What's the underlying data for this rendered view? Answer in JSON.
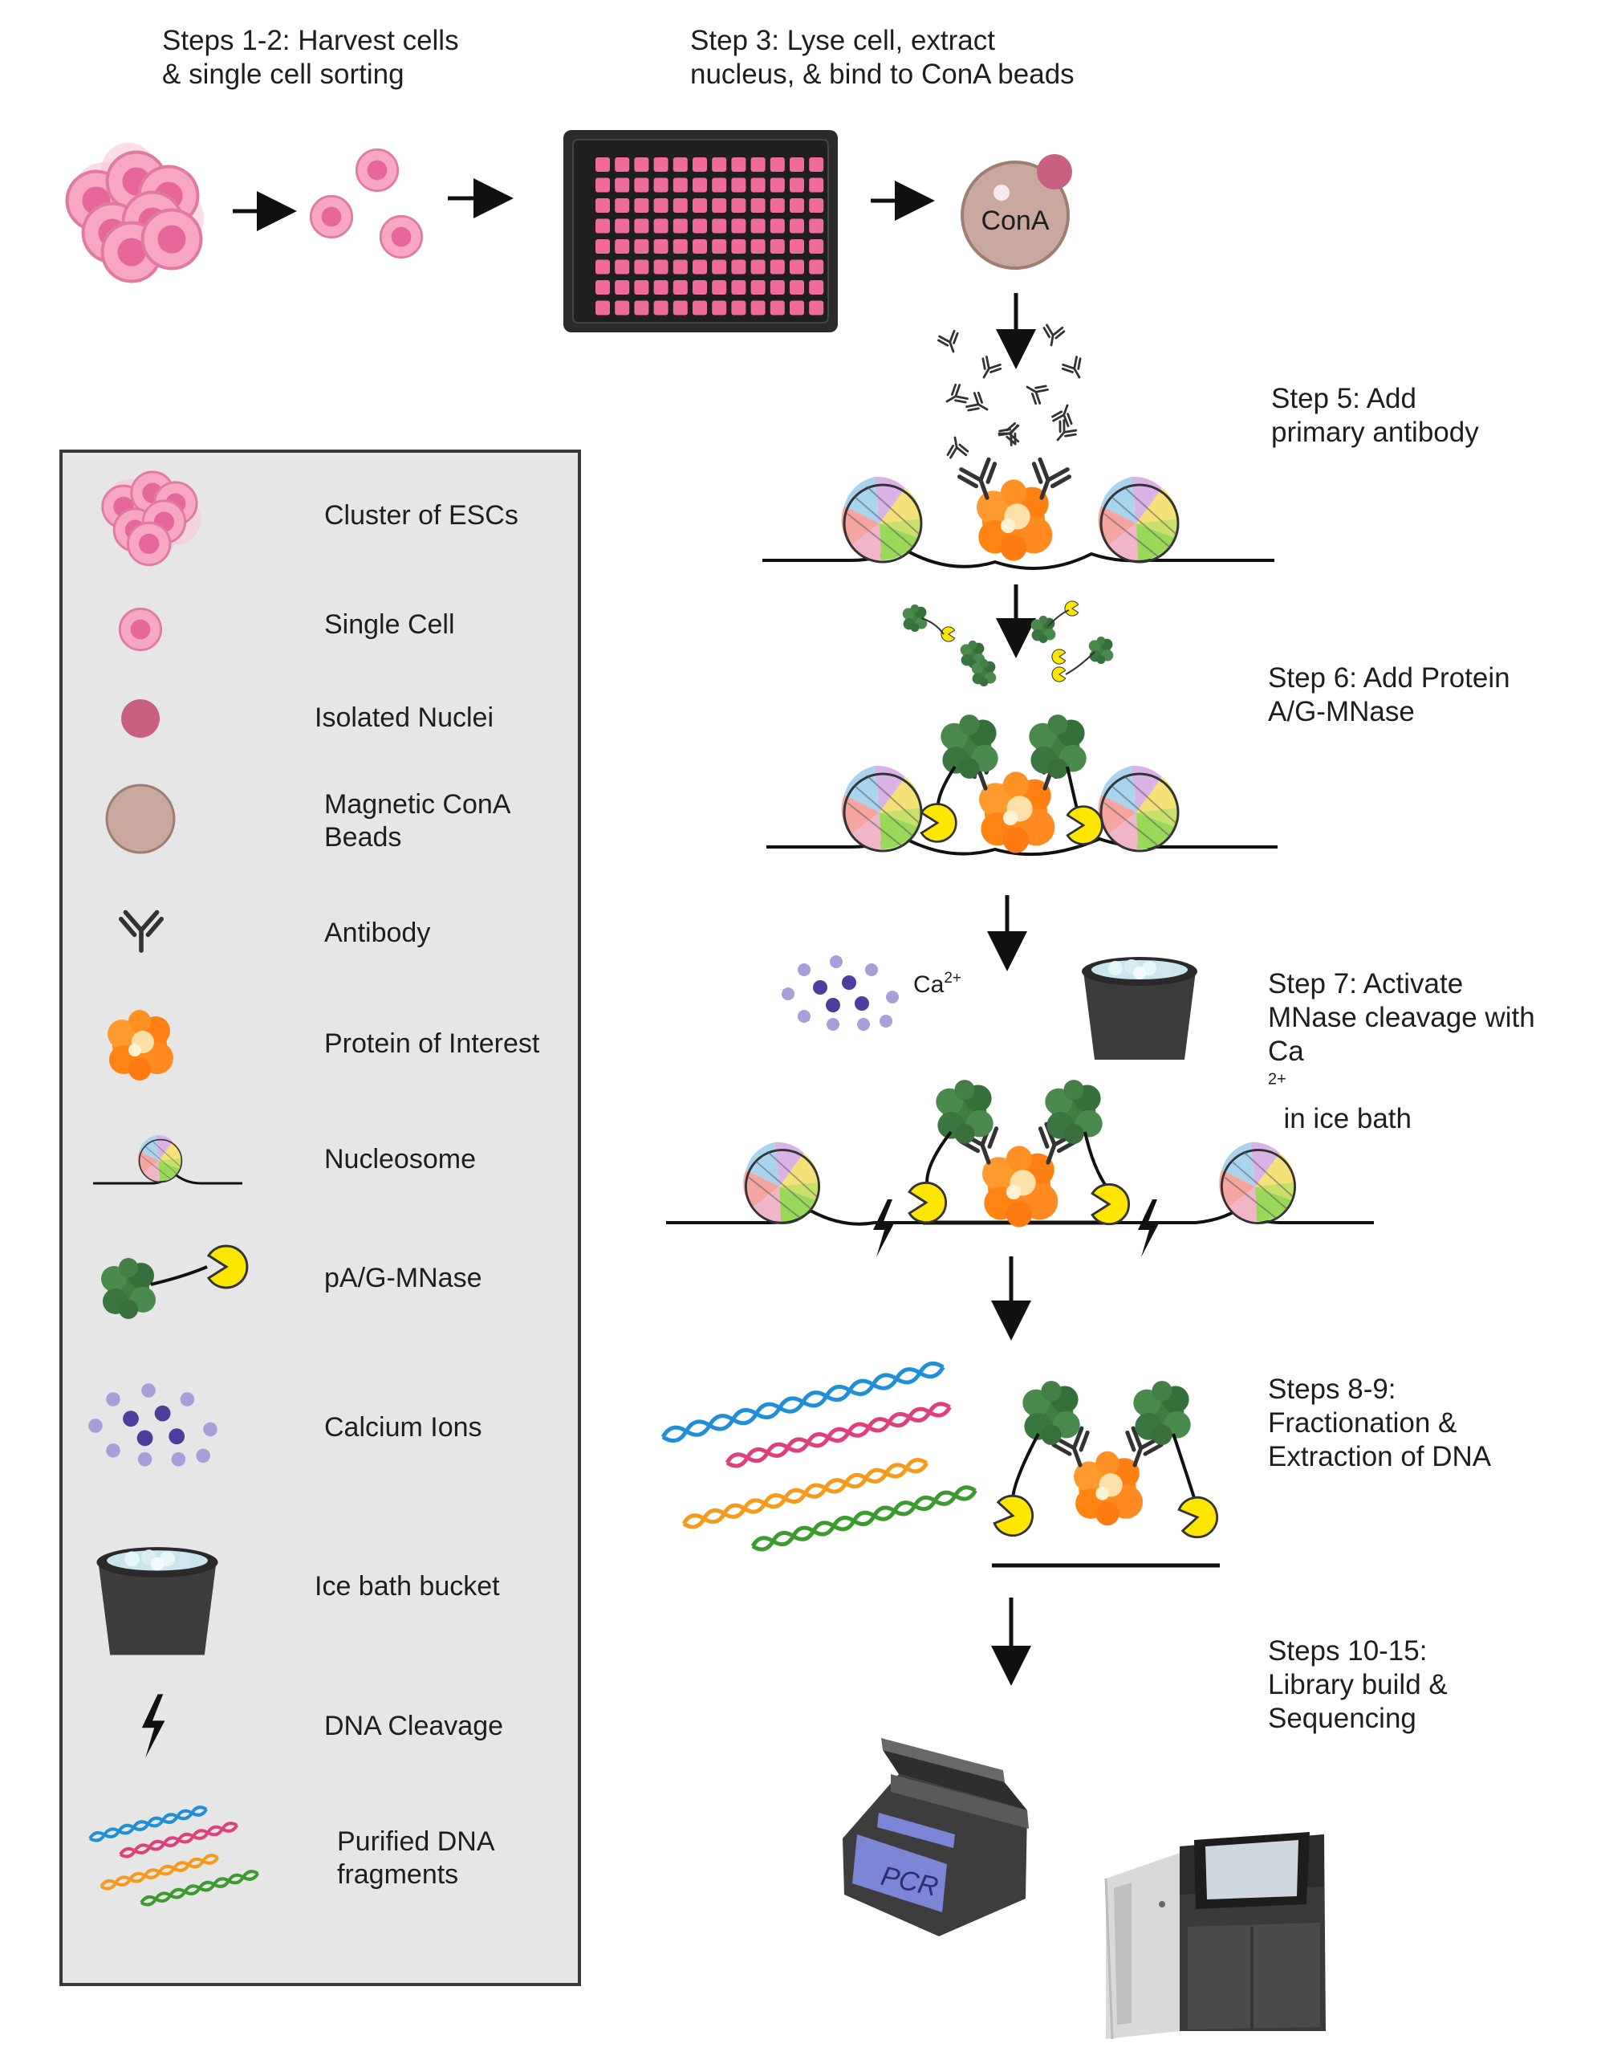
{
  "steps": {
    "s12": {
      "line1": "Steps 1-2: Harvest cells",
      "line2": "& single cell sorting"
    },
    "s3": {
      "line1": "Step 3: Lyse cell, extract",
      "line2": "nucleus, & bind to ConA beads"
    },
    "s5": {
      "line1": "Step 5: Add",
      "line2": "primary antibody"
    },
    "s6": {
      "line1": "Step 6: Add Protein",
      "line2": "A/G-MNase"
    },
    "s7": {
      "line1": "Step 7: Activate",
      "line2": "MNase cleavage with",
      "line3_pre": "Ca",
      "line3_sup": "2+",
      "line3_post": "  in ice bath"
    },
    "s89": {
      "line1": "Steps 8-9:",
      "line2": "Fractionation &",
      "line3": "Extraction of DNA"
    },
    "s1015": {
      "line1": "Steps 10-15:",
      "line2": "Library build &",
      "line3": "Sequencing"
    }
  },
  "bead_label": "ConA",
  "calcium_label": {
    "base": "Ca",
    "sup": "2+"
  },
  "pcr_label": "PCR",
  "legend": {
    "items": [
      {
        "label1": "Cluster of ESCs",
        "label2": "",
        "icon": "cell-cluster-icon"
      },
      {
        "label1": "Single Cell",
        "label2": "",
        "icon": "single-cell-icon"
      },
      {
        "label1": "Isolated Nuclei",
        "label2": "",
        "icon": "nucleus-icon"
      },
      {
        "label1": "Magnetic ConA",
        "label2": "Beads",
        "icon": "cona-bead-icon"
      },
      {
        "label1": "Antibody",
        "label2": "",
        "icon": "antibody-icon"
      },
      {
        "label1": "Protein of Interest",
        "label2": "",
        "icon": "protein-icon"
      },
      {
        "label1": "Nucleosome",
        "label2": "",
        "icon": "nucleosome-icon"
      },
      {
        "label1": "pA/G-MNase",
        "label2": "",
        "icon": "mnase-icon"
      },
      {
        "label1": "Calcium Ions",
        "label2": "",
        "icon": "calcium-ions-icon"
      },
      {
        "label1": "Ice bath bucket",
        "label2": "",
        "icon": "ice-bucket-icon"
      },
      {
        "label1": "DNA Cleavage",
        "label2": "",
        "icon": "lightning-icon"
      },
      {
        "label1": "Purified DNA",
        "label2": "fragments",
        "icon": "dna-fragments-icon"
      }
    ]
  },
  "colors": {
    "cell_pink": "#f48fb4",
    "cell_dark": "#e0608e",
    "nucleus": "#c8607f",
    "bead": "#c9a89e",
    "protein_orange": "#ff8c1a",
    "mnase_green": "#3f7d43",
    "pac_yellow": "#ffe600",
    "calcium_purple": "#6e62b8",
    "legend_bg": "#e6e6e6",
    "plate": "#2b2b2b",
    "well": "#f06a9c"
  }
}
